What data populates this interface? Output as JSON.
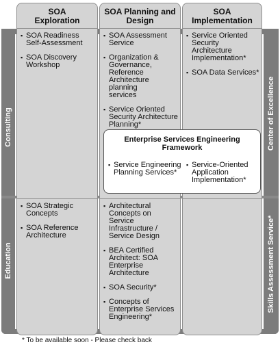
{
  "columns": [
    {
      "title_lines": [
        "SOA",
        "Exploration"
      ],
      "consulting_items": [
        {
          "lines": [
            "SOA Readiness",
            "Self-Assessment"
          ]
        },
        {
          "lines": [
            "SOA Discovery",
            "Workshop"
          ]
        }
      ],
      "education_items": [
        {
          "lines": [
            "SOA Strategic",
            "Concepts"
          ]
        },
        {
          "lines": [
            "SOA Reference",
            "Architecture"
          ]
        }
      ]
    },
    {
      "title_lines": [
        "SOA Planning and",
        "Design"
      ],
      "consulting_items": [
        {
          "lines": [
            "SOA Assessment",
            "Service"
          ]
        },
        {
          "lines": [
            "Organization &",
            "Governance,",
            "Reference",
            "Architecture planning",
            "services"
          ]
        },
        {
          "lines": [
            "Service Oriented",
            "Security Architecture",
            "Planning*"
          ]
        }
      ],
      "education_items": [
        {
          "lines": [
            "Architectural",
            "Concepts on Service",
            "Infrastructure /",
            "Service Design"
          ]
        },
        {
          "lines": [
            "BEA Certified",
            "Architect: SOA",
            "Enterprise",
            "Architecture"
          ]
        },
        {
          "lines": [
            "SOA Security*"
          ]
        },
        {
          "lines": [
            "Concepts of",
            "Enterprise Services",
            "Engineering*"
          ]
        }
      ]
    },
    {
      "title_lines": [
        "SOA",
        "Implementation"
      ],
      "consulting_items": [
        {
          "lines": [
            "Service Oriented",
            "Security Architecture",
            "Implementation*"
          ]
        },
        {
          "lines": [
            "SOA Data Services*"
          ]
        }
      ],
      "education_items": []
    }
  ],
  "row_labels": {
    "left_top": "Consulting",
    "left_bottom": "Education",
    "right_top": "Center of Excellence",
    "right_bottom": "Skills Assessment Service*"
  },
  "framework": {
    "title_lines": [
      "Enterprise Services Engineering",
      "Framework"
    ],
    "items": [
      {
        "lines": [
          "Service Engineering",
          "Planning Services*"
        ]
      },
      {
        "lines": [
          "Service-Oriented",
          "Application",
          "Implementation*"
        ]
      }
    ]
  },
  "bullet_char": "▪",
  "footnote": "* To be available soon - Please check back"
}
